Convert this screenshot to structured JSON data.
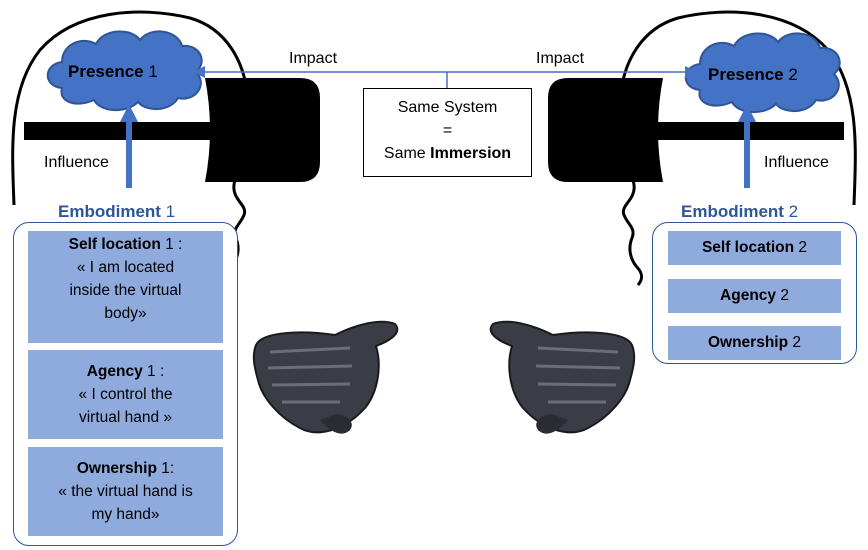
{
  "center": {
    "impact_left": "Impact",
    "impact_right": "Impact",
    "system_line1": "Same System",
    "system_line2": "=",
    "system_line3_prefix": "Same ",
    "system_line3_bold": "Immersion"
  },
  "left": {
    "presence_bold": "Presence",
    "presence_num": " 1",
    "influence": "Influence",
    "embodiment_bold": "Embodiment",
    "embodiment_num": " 1",
    "items": [
      {
        "bold": "Self location",
        "rest": " 1 :",
        "lines": [
          "« I am located",
          "inside the virtual",
          "body»"
        ]
      },
      {
        "bold": "Agency",
        "rest": " 1 :",
        "lines": [
          "« I control the",
          "virtual hand »"
        ]
      },
      {
        "bold": "Ownership",
        "rest": " 1:",
        "lines": [
          "« the virtual hand is",
          "my hand»"
        ]
      }
    ]
  },
  "right": {
    "presence_bold": "Presence",
    "presence_num": " 2",
    "influence": "Influence",
    "embodiment_bold": "Embodiment",
    "embodiment_num": " 2",
    "items": [
      {
        "bold": "Self location",
        "rest": " 2"
      },
      {
        "bold": "Agency",
        "rest": " 2"
      },
      {
        "bold": "Ownership",
        "rest": " 2"
      }
    ]
  },
  "colors": {
    "cloud_fill": "#4472c4",
    "accent": "#2f5597",
    "item_fill": "#8faadc",
    "headset": "#000000",
    "arrow": "#4472c4"
  }
}
